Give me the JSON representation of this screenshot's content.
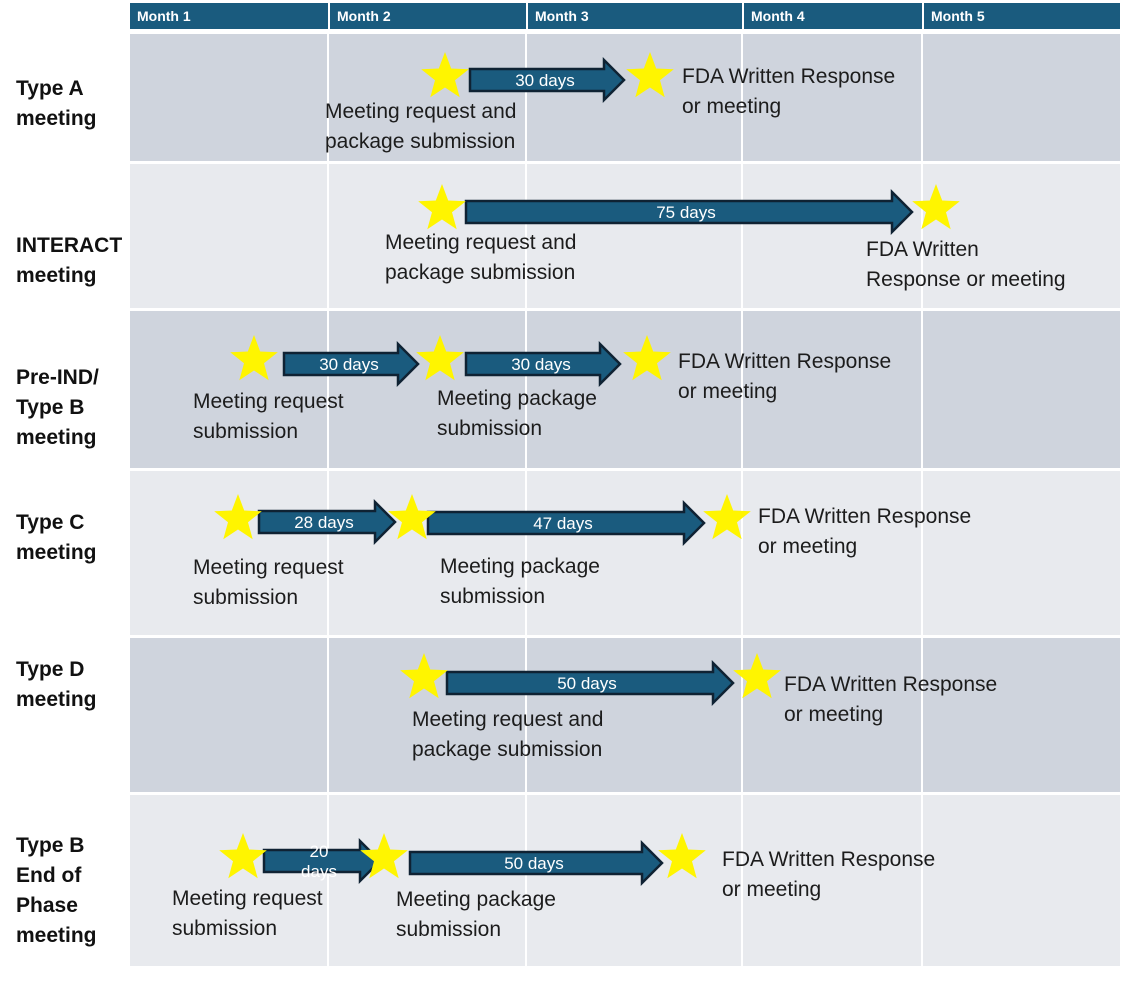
{
  "header": {
    "months": [
      "Month 1",
      "Month 2",
      "Month 3",
      "Month 4",
      "Month 5"
    ]
  },
  "rows": [
    {
      "label": "Type A\nmeeting",
      "segments": [
        {
          "days": "30 days"
        }
      ],
      "captions": [
        "Meeting request and\npackage submission",
        "FDA Written Response\nor meeting"
      ]
    },
    {
      "label": "INTERACT\nmeeting",
      "segments": [
        {
          "days": "75 days"
        }
      ],
      "captions": [
        "Meeting request and\npackage submission",
        "FDA Written\nResponse or meeting"
      ]
    },
    {
      "label": "Pre-IND/\nType B\nmeeting",
      "segments": [
        {
          "days": "30 days"
        },
        {
          "days": "30 days"
        }
      ],
      "captions": [
        "Meeting request\nsubmission",
        "Meeting package\nsubmission",
        "FDA Written Response\nor meeting"
      ]
    },
    {
      "label": "Type C\nmeeting",
      "segments": [
        {
          "days": "28 days"
        },
        {
          "days": "47 days"
        }
      ],
      "captions": [
        "Meeting request\nsubmission",
        "Meeting package\nsubmission",
        "FDA Written Response\nor meeting"
      ]
    },
    {
      "label": "Type D\nmeeting",
      "segments": [
        {
          "days": "50 days"
        }
      ],
      "captions": [
        "Meeting request and\npackage submission",
        "FDA Written Response\nor meeting"
      ]
    },
    {
      "label": "Type B\nEnd of\nPhase\nmeeting",
      "segments": [
        {
          "days": "20\ndays"
        },
        {
          "days": "50 days"
        }
      ],
      "captions": [
        "Meeting request\nsubmission",
        "Meeting package\nsubmission",
        "FDA Written Response\nor meeting"
      ]
    }
  ],
  "colors": {
    "header": "#1a5b7e",
    "row_dark": "#cfd4dd",
    "row_light": "#e8eaee",
    "arrow_fill": "#1a5b7e",
    "arrow_stroke": "#0f2233",
    "star_fill": "#fff500"
  }
}
